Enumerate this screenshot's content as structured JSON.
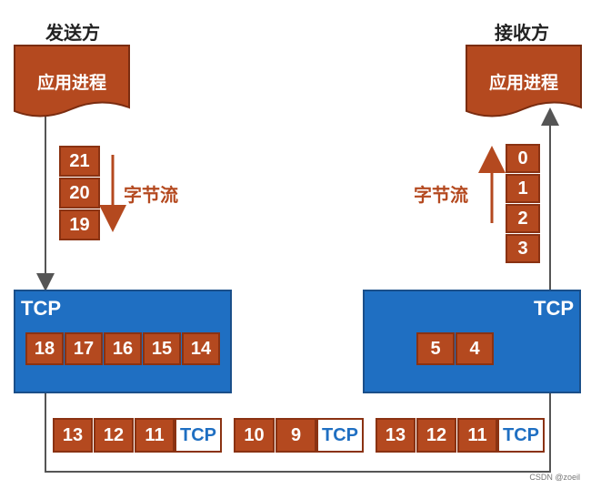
{
  "sender": {
    "title": "发送方",
    "process_label": "应用进程",
    "stream_label": "字节流",
    "stream_bytes": [
      "21",
      "20",
      "19"
    ],
    "tcp_label": "TCP",
    "buffer_bytes": [
      "18",
      "17",
      "16",
      "15",
      "14"
    ]
  },
  "receiver": {
    "title": "接收方",
    "process_label": "应用进程",
    "stream_label": "字节流",
    "stream_bytes": [
      "0",
      "1",
      "2",
      "3"
    ],
    "tcp_label": "TCP",
    "buffer_bytes": [
      "5",
      "4"
    ]
  },
  "segments": [
    {
      "bytes": [
        "13",
        "12",
        "11"
      ],
      "header": "TCP"
    },
    {
      "bytes": [
        "10",
        "9"
      ],
      "header": "TCP"
    },
    {
      "bytes": [
        "13",
        "12",
        "11"
      ],
      "header": "TCP"
    }
  ],
  "watermark": "CSDN @zoeil",
  "colors": {
    "byte_fill": "#b4491f",
    "tcp_blue": "#1f6fc2",
    "line": "#555555"
  }
}
